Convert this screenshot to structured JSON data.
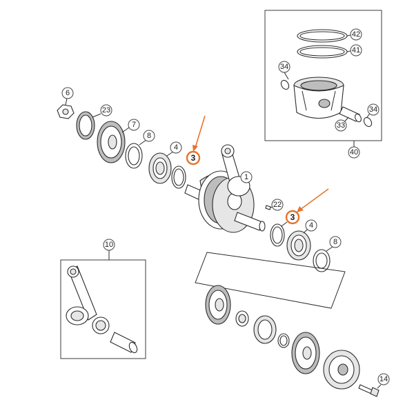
{
  "accent_color": "#e8732a",
  "callouts": {
    "c1": "1",
    "c3a": "3",
    "c3b": "3",
    "c4a": "4",
    "c4b": "4",
    "c6": "6",
    "c7": "7",
    "c8a": "8",
    "c8b": "8",
    "c10": "10",
    "c14": "14",
    "c22": "22",
    "c23": "23",
    "c33": "33",
    "c34a": "34",
    "c34b": "34",
    "c40": "40",
    "c41": "41",
    "c42": "42"
  }
}
